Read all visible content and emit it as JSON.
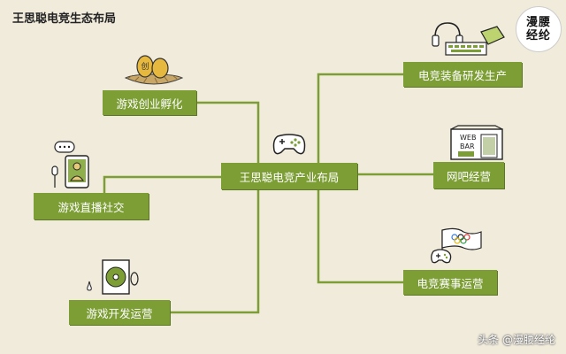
{
  "page_title": "王思聪电竞生态布局",
  "logo": {
    "line1": "漫腰",
    "line2": "经纶"
  },
  "center": "王思聪电竞产业布局",
  "branches": {
    "incubation": "游戏创业孵化",
    "live": "游戏直播社交",
    "dev": "游戏开发运营",
    "equipment": "电竞装备研发生产",
    "netbar": "网吧经营",
    "events": "电竞赛事运营"
  },
  "icon_text": {
    "egg": "创",
    "web": "WEB",
    "bar": "BAR"
  },
  "watermark": "头条 @漫腰经纶",
  "colors": {
    "node": "#7c9e35",
    "background": "#f1ebdc"
  }
}
